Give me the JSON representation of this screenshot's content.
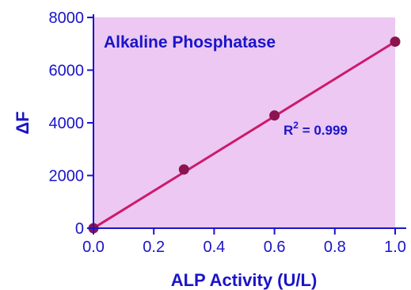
{
  "chart_data": {
    "type": "scatter",
    "title": "Alkaline Phosphatase",
    "xlabel": "ALP Activity (U/L)",
    "ylabel": "ΔF",
    "xlim": [
      0.0,
      1.0
    ],
    "ylim": [
      0,
      8000
    ],
    "x_ticks": [
      "0.0",
      "0.2",
      "0.4",
      "0.6",
      "0.8",
      "1.0"
    ],
    "y_ticks": [
      "0",
      "2000",
      "4000",
      "6000",
      "8000"
    ],
    "series": [
      {
        "x": [
          0.0,
          0.3,
          0.6,
          1.0
        ],
        "y": [
          0,
          2230,
          4280,
          7080
        ]
      }
    ],
    "fit_line": {
      "x": [
        0.0,
        1.0
      ],
      "y": [
        0,
        7080
      ]
    },
    "annotation": {
      "r2_prefix": "R",
      "r2_sup": "2",
      "r2_rest": " = 0.999"
    },
    "grid": false,
    "colors": {
      "plot_bg": "#ecc8f3",
      "axis": "#1a14c8",
      "title": "#1a14c8",
      "line": "#cc1a6a",
      "marker": "#8a1450",
      "r2": "#1a14c8"
    }
  }
}
